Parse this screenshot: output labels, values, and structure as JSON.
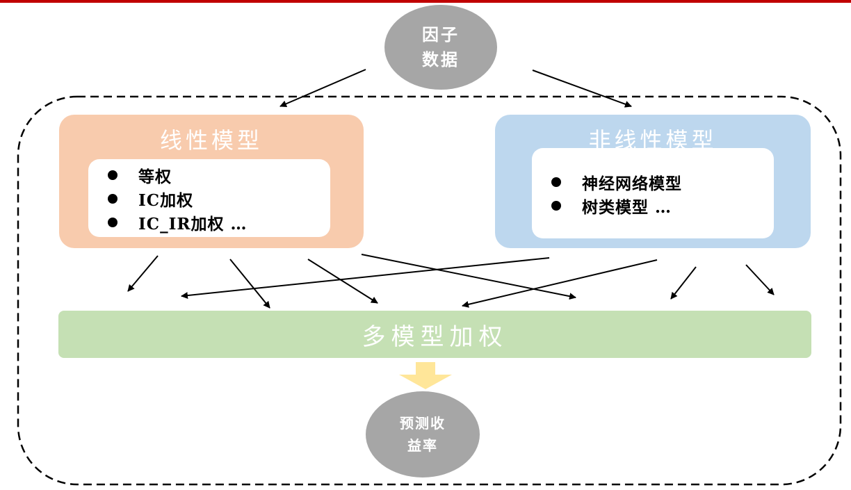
{
  "input_node": {
    "line1": "因子",
    "line2": "数据"
  },
  "linear_model": {
    "title": "线性模型",
    "items": [
      "等权",
      "IC加权",
      "IC_IR加权 …"
    ]
  },
  "nonlinear_model": {
    "title": "非线性模型",
    "items": [
      "神经网络模型",
      "树类模型 …"
    ]
  },
  "combination": {
    "label": "多模型加权"
  },
  "output_node": {
    "line1": "预测收",
    "line2": "益率"
  },
  "colors": {
    "top_rule": "#c00000",
    "node_fill": "#a6a6a6",
    "linear_fill": "#f8cbad",
    "nonlinear_fill": "#bdd7ee",
    "combination_fill": "#c5e0b4",
    "down_arrow_fill": "#ffe699"
  }
}
